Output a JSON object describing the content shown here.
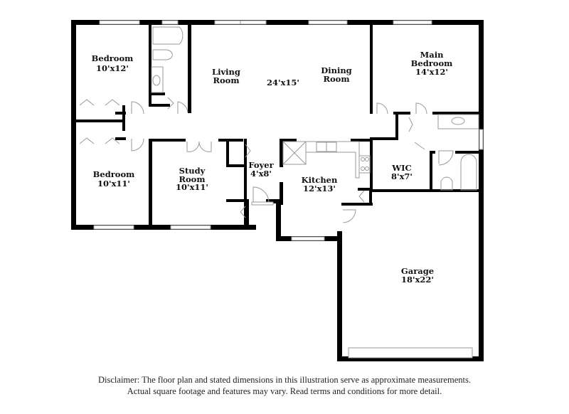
{
  "floor_plan": {
    "rooms": [
      {
        "id": "bedroom-1",
        "name": "Bedroom",
        "size": "10'x12'"
      },
      {
        "id": "bedroom-2",
        "name": "Bedroom",
        "size": "10'x11'"
      },
      {
        "id": "living",
        "name": "Living Room",
        "line1": "Living",
        "line2": "Room"
      },
      {
        "id": "living-dining",
        "size": "24'x15'"
      },
      {
        "id": "dining",
        "name": "Dining Room",
        "line1": "Dining",
        "line2": "Room"
      },
      {
        "id": "main-bedroom",
        "name": "Main Bedroom",
        "line1": "Main",
        "line2": "Bedroom",
        "size": "14'x12'"
      },
      {
        "id": "study",
        "name": "Study Room",
        "line1": "Study",
        "line2": "Room",
        "size": "10'x11'"
      },
      {
        "id": "foyer",
        "name": "Foyer",
        "size": "4'x8'"
      },
      {
        "id": "kitchen",
        "name": "Kitchen",
        "size": "12'x13'"
      },
      {
        "id": "wic",
        "name": "WIC",
        "size": "8'x7'"
      },
      {
        "id": "garage",
        "name": "Garage",
        "size": "18'x22'"
      }
    ]
  },
  "disclaimer": {
    "line1": "Disclaimer: The floor plan and stated dimensions in this illustration serve as approximate measurements.",
    "line2": "Actual square footage and features may vary. Read terms and conditions for more detail."
  }
}
